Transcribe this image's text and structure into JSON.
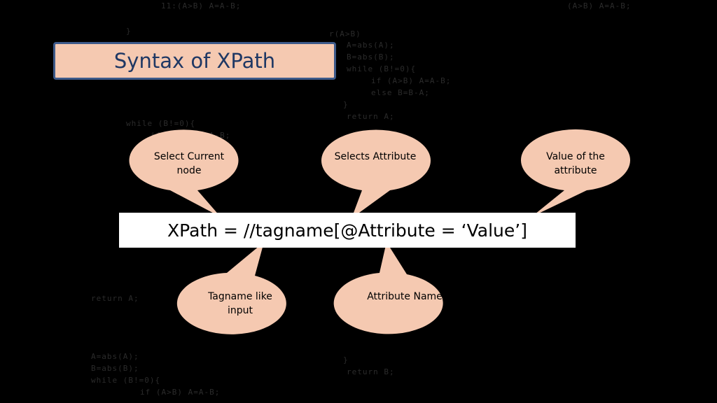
{
  "slide": {
    "title": "Syntax of XPath",
    "syntax": "XPath = //tagname[@Attribute = ‘Value’]"
  },
  "callouts": {
    "current_node": "Select Current\nnode",
    "selects_attribute": "Selects Attribute",
    "value": "Value of the\nattribute",
    "tagname": "Tagname like\ninput",
    "attribute_name": "Attribute Name"
  },
  "background_code": [
    "11:(A>B) A=A-B;",
    "(A>B) A=A-B;",
    "}",
    "r(A>B)",
    "A=abs(A);",
    "B=abs(B);",
    "while (B!=0){",
    "if (A>B) A=A-B;",
    "else B=B-A;",
    "}",
    "return A;",
    "while (B!=0){",
    "if (A>B) A=A-B;",
    "return A;",
    "A=abs(A);",
    "B=abs(B);",
    "while (B!=0){",
    "if (A>B) A=A-B;",
    "}",
    "return B;"
  ],
  "colors": {
    "background": "#000000",
    "bubble": "#f5c9b1",
    "title_border": "#3d5a8a",
    "title_text": "#1f3864",
    "syntax_box": "#ffffff"
  }
}
